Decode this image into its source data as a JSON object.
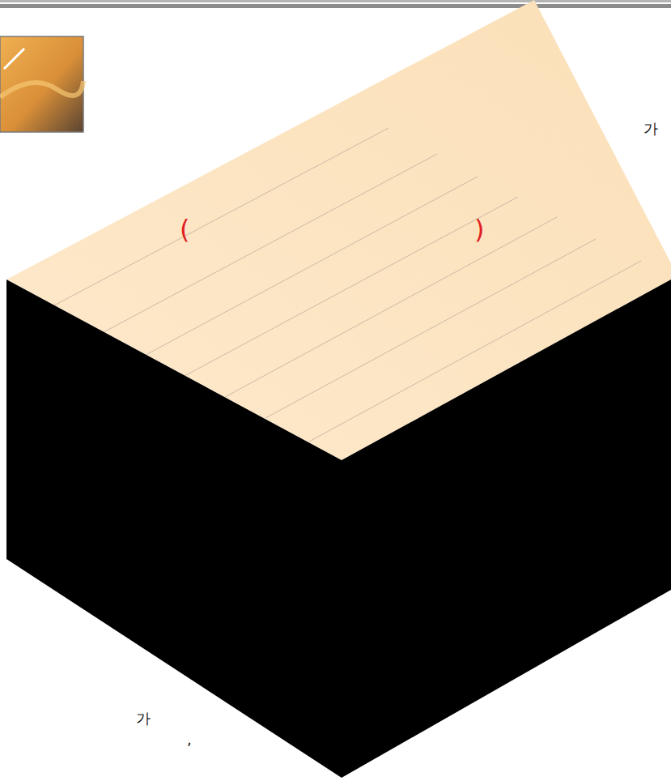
{
  "diagram": {
    "labels": [
      "가",
      "(",
      ")",
      "가",
      ","
    ]
  }
}
